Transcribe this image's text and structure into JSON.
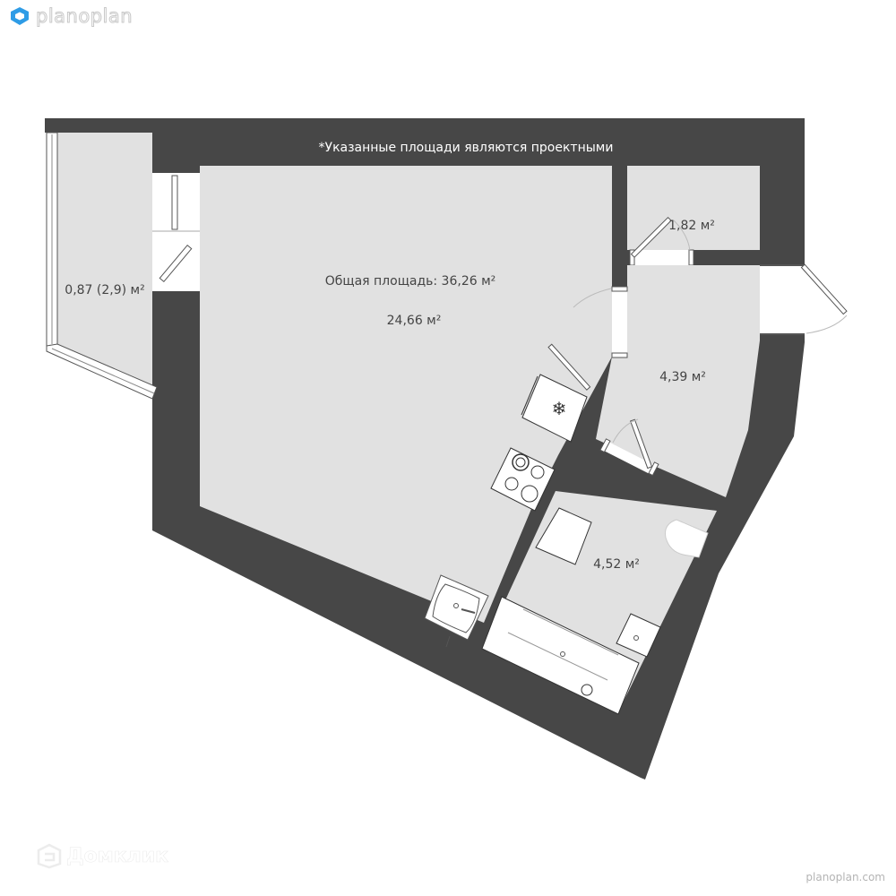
{
  "header": {
    "brand": "planoplan",
    "brand_color": "#2e9ce6"
  },
  "plan": {
    "note": "*Указанные площади являются проектными",
    "total_area_label": "Общая площадь: 36,26 м²",
    "wall_color": "#474747",
    "floor_color": "#e1e1e1",
    "rooms": [
      {
        "id": "main-room",
        "area": "24,66 м²"
      },
      {
        "id": "balcony",
        "area": "0,87 (2,9) м²"
      },
      {
        "id": "storage",
        "area": "1,82 м²"
      },
      {
        "id": "hallway",
        "area": "4,39 м²"
      },
      {
        "id": "bathroom",
        "area": "4,52 м²"
      }
    ],
    "fixtures": [
      "refrigerator",
      "stove",
      "kitchen-sink",
      "washing-machine",
      "toilet",
      "bathtub",
      "bathroom-sink"
    ]
  },
  "footer": {
    "watermark_left": "Домклик",
    "watermark_right": "planoplan.com"
  }
}
